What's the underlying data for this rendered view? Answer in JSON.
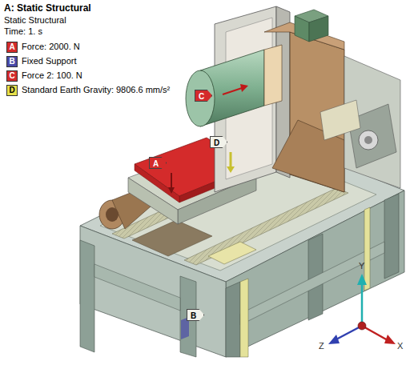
{
  "diagram": {
    "title": "A: Static Structural",
    "labels": [
      "Static Structural",
      "Time: 1. s",
      "A",
      "B",
      "C",
      "D",
      "A",
      "C",
      "D",
      "B",
      "Y",
      "Z",
      "X"
    ],
    "legend": [
      {
        "text": "Force: 2000. N",
        "color": "#d42b2b"
      },
      {
        "text": "Fixed Support",
        "color": "#4a4aa8"
      },
      {
        "text": "Force 2: 100. N",
        "color": "#d42b2b"
      },
      {
        "text": "Standard Earth Gravity: 9806.6 mm/s²",
        "color": "#e6e04a"
      }
    ]
  }
}
